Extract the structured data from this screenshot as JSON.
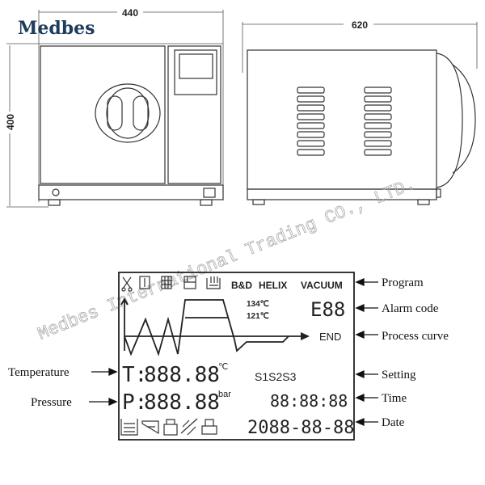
{
  "brand": "Medbes",
  "front_view": {
    "width_dim": "440",
    "height_dim": "400"
  },
  "side_view": {
    "depth_dim": "620"
  },
  "lcd": {
    "programs": [
      "B&D",
      "HELIX",
      "VACUUM"
    ],
    "temps": [
      "134℃",
      "121℃"
    ],
    "alarm": "E88",
    "end": "END",
    "temp_prefix": "T:",
    "temp_value": "888.88",
    "temp_unit": "℃",
    "pressure_prefix": "P:",
    "pressure_value": "888.88",
    "pressure_unit": "bar",
    "setting": "S1S2S3",
    "time": "88:88:88",
    "date": "2088-88-88"
  },
  "callouts": {
    "program": "Program",
    "alarm": "Alarm code",
    "process": "Process curve",
    "setting": "Setting",
    "time": "Time",
    "date": "Date",
    "temperature": "Temperature",
    "pressure": "Pressure"
  },
  "watermark": "Medbes International Trading CO., LTD."
}
